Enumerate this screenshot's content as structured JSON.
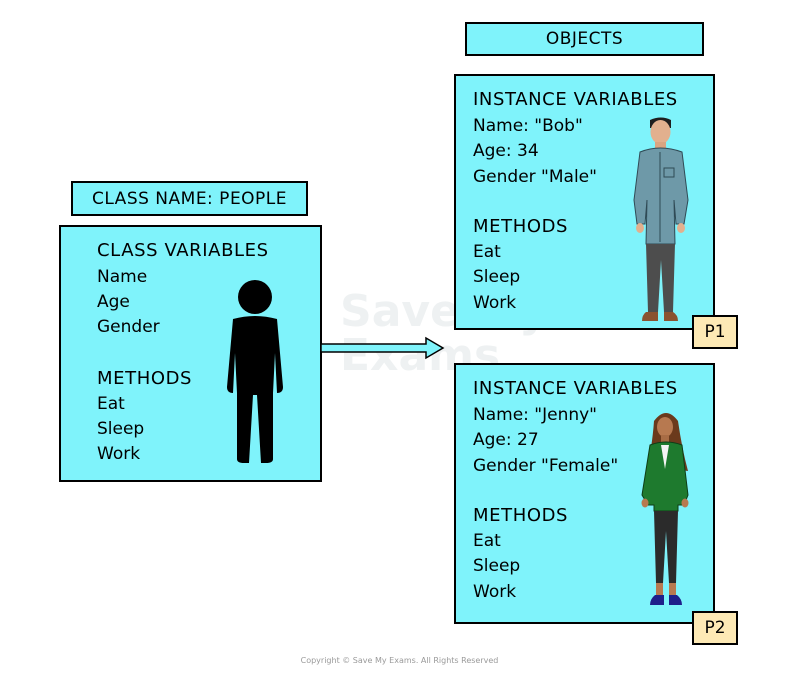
{
  "objects_label": "OBJECTS",
  "class_name_label": "CLASS NAME: PEOPLE",
  "class_box": {
    "heading": "CLASS VARIABLES",
    "variables": [
      "Name",
      "Age",
      "Gender"
    ],
    "methods_heading": "METHODS",
    "methods": [
      "Eat",
      "Sleep",
      "Work"
    ]
  },
  "object_p1": {
    "heading": "INSTANCE VARIABLES",
    "variables": [
      "Name: \"Bob\"",
      "Age: 34",
      "Gender \"Male\""
    ],
    "methods_heading": "METHODS",
    "methods": [
      "Eat",
      "Sleep",
      "Work"
    ],
    "tag": "P1"
  },
  "object_p2": {
    "heading": "INSTANCE VARIABLES",
    "variables": [
      "Name: \"Jenny\"",
      "Age: 27",
      "Gender \"Female\""
    ],
    "methods_heading": "METHODS",
    "methods": [
      "Eat",
      "Sleep",
      "Work"
    ],
    "tag": "P2"
  },
  "watermark": [
    "Save My",
    "Exams"
  ],
  "footer": "Copyright © Save My Exams. All Rights Reserved",
  "colors": {
    "box_fill": "#7ff3fb",
    "tag_fill": "#fde9b5"
  }
}
